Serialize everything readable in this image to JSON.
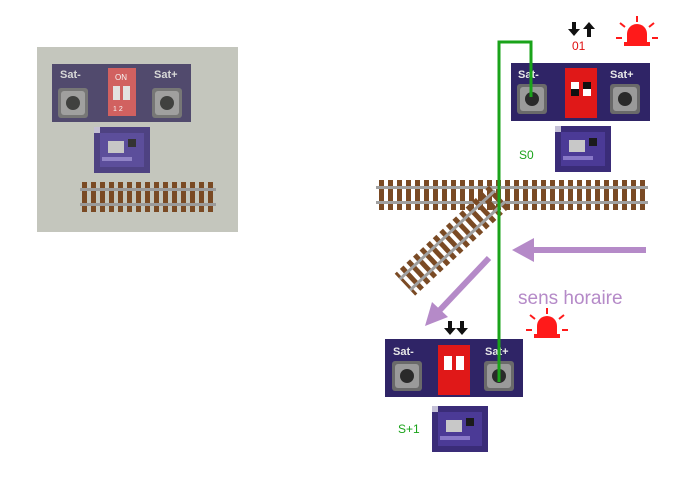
{
  "panel_left": {
    "sat_minus": "Sat-",
    "sat_plus": "Sat+",
    "dip_on": "ON",
    "dip_nums": "1 2"
  },
  "top_module": {
    "sat_minus": "Sat-",
    "sat_plus": "Sat+",
    "code": "01",
    "label": "S0"
  },
  "bottom_module": {
    "sat_minus": "Sat-",
    "sat_plus": "Sat+",
    "label": "S+1"
  },
  "direction_label": "sens horaire",
  "colors": {
    "wire": "#1aa31a",
    "arrow": "#b58ac8",
    "alarm": "#ff1a1a",
    "board": "#2f2466",
    "dip": "#e01818",
    "panel": "#c4c6bd"
  },
  "icons": [
    "alarm-light-icon",
    "arrow-down-icon",
    "arrow-up-icon"
  ]
}
